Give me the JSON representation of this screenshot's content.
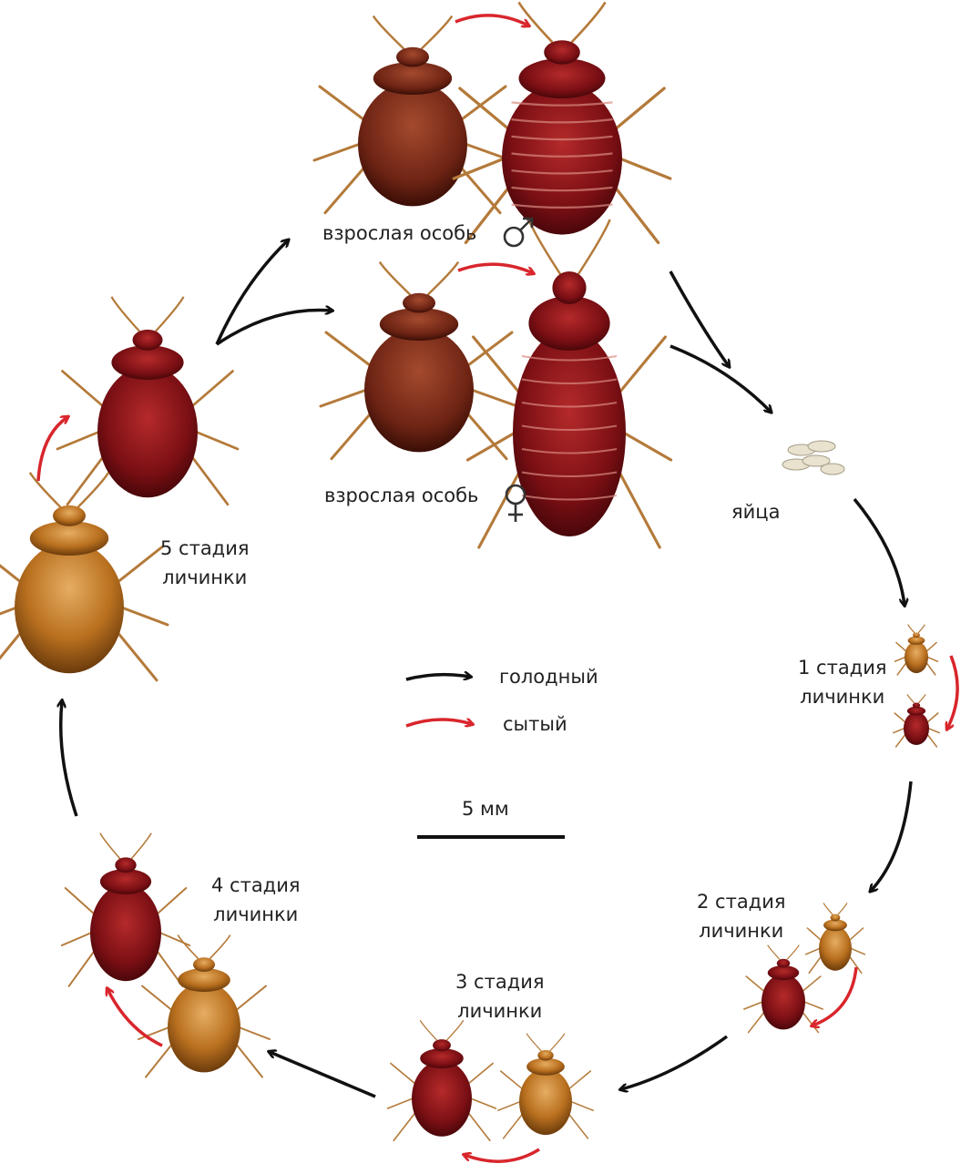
{
  "labels": {
    "adult_male": "взрослая особь",
    "adult_female": "взрослая особь",
    "eggs": "яйца",
    "stage1": [
      "1 стадия",
      "личинки"
    ],
    "stage2": [
      "2 стадия",
      "личинки"
    ],
    "stage3": [
      "3 стадия",
      "личинки"
    ],
    "stage4": [
      "4 стадия",
      "личинки"
    ],
    "stage5": [
      "5 стадия",
      "личинки"
    ]
  },
  "legend": {
    "hungry": "голодный",
    "fed": "сытый"
  },
  "scale": "5 мм",
  "colors": {
    "hungry_arrow": "#111111",
    "fed_arrow": "#d8262c",
    "fed_bug": "#8a1418",
    "hungry_bug": "#c8812e"
  }
}
